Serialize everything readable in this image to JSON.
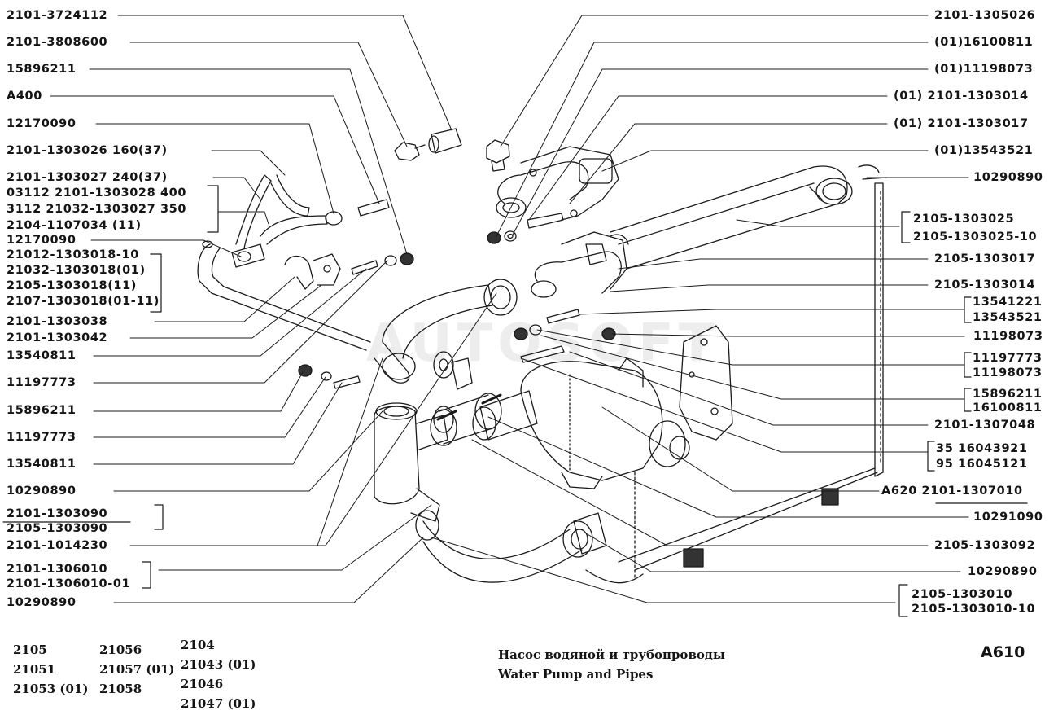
{
  "left_labels": [
    "2101-3724112",
    "2101-3808600",
    "15896211",
    "A400",
    "12170090",
    "2101-1303026  160(37)",
    "2101-1303027  240(37)",
    "03112  2101-1303028  400",
    "3112  21032-1303027  350",
    "2104-1107034 (11)",
    "12170090",
    "21012-1303018-10",
    "21032-1303018(01)",
    "2105-1303018(11)",
    "2107-1303018(01-11)",
    "2101-1303038",
    "2101-1303042",
    "13540811",
    "11197773",
    "15896211",
    "11197773",
    "13540811",
    "10290890",
    "2101-1303090",
    "2105-1303090",
    "2101-1014230",
    "2101-1306010",
    "2101-1306010-01",
    "10290890"
  ],
  "right_labels": [
    "2101-1305026",
    "(01)16100811",
    "(01)11198073",
    "(01) 2101-1303014",
    "(01) 2101-1303017",
    "(01)13543521",
    "10290890",
    "2105-1303025",
    "2105-1303025-10",
    "2105-1303017",
    "2105-1303014",
    "13541221",
    "13543521",
    "11198073",
    "11197773",
    "11198073",
    "15896211",
    "16100811",
    "2101-1307048",
    "35   16043921",
    "95   16045121",
    "A620  2101-1307010",
    "10291090",
    "2105-1303092",
    "10290890",
    "2105-1303010",
    "2105-1303010-10"
  ],
  "models": {
    "col1": [
      "2105",
      "21051",
      "21053  (01)"
    ],
    "col2": [
      "21056",
      "21057  (01)",
      "21058"
    ],
    "col3": [
      "2104",
      "21043  (01)",
      "21046",
      "21047  (01)"
    ]
  },
  "caption": {
    "ru": "Насос водяной и трубопроводы",
    "en": "Water Pump and Pipes"
  },
  "page_code": "A610",
  "watermark": "AUTOSOFT",
  "colors": {
    "ink": "#141414",
    "paper": "#ffffff",
    "shade": "#bdbdbd"
  }
}
